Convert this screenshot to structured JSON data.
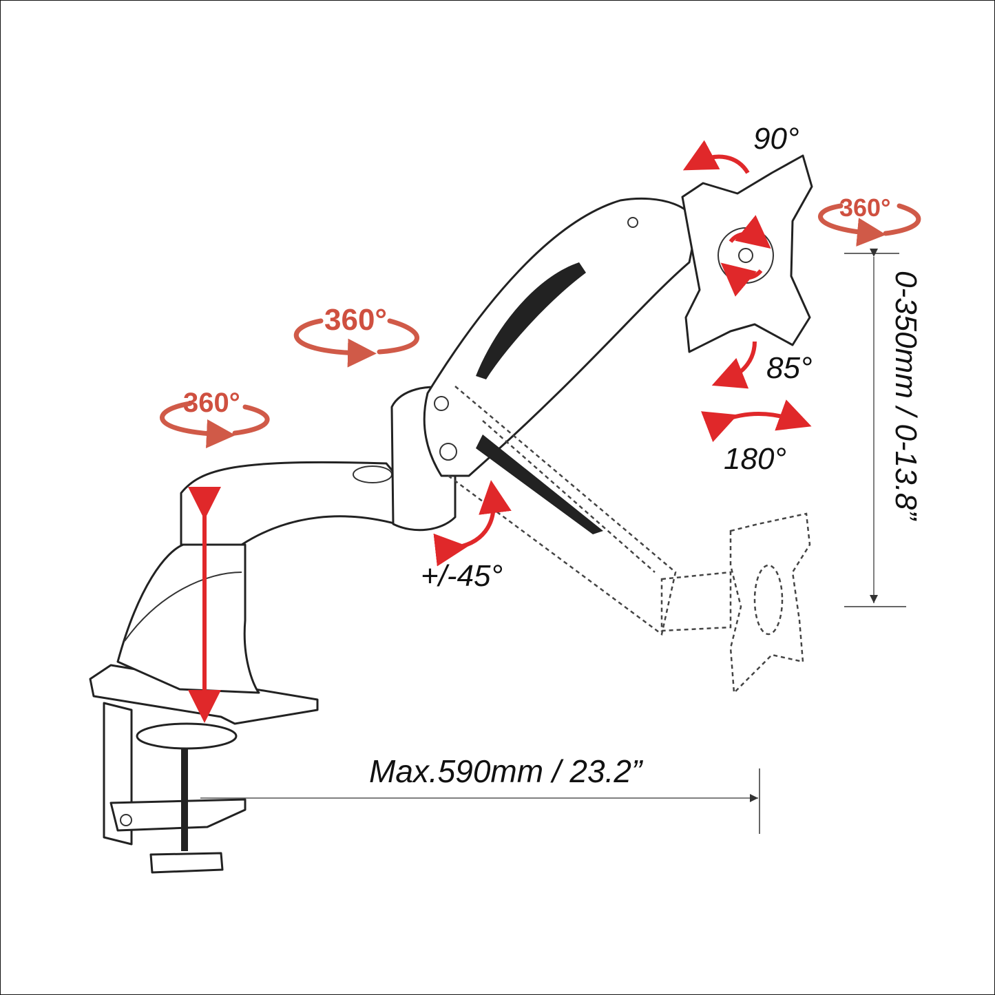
{
  "labels": {
    "tilt_top": "90°",
    "rotate_head": "360°",
    "rotate_arm_upper": "360°",
    "rotate_arm_lower": "360°",
    "tilt_down": "85°",
    "swivel": "180°",
    "arm_tilt": "+/-45°",
    "height_range": "0-350mm / 0-13.8”",
    "max_reach": "Max.590mm / 23.2”"
  },
  "colors": {
    "rotation_label": "#d05a48",
    "arrow_red": "#e0282a",
    "line": "#222222"
  },
  "icons": [
    "rotation-arrow-icon",
    "curved-arrow-icon",
    "double-arrow-icon",
    "dimension-arrow-icon"
  ]
}
